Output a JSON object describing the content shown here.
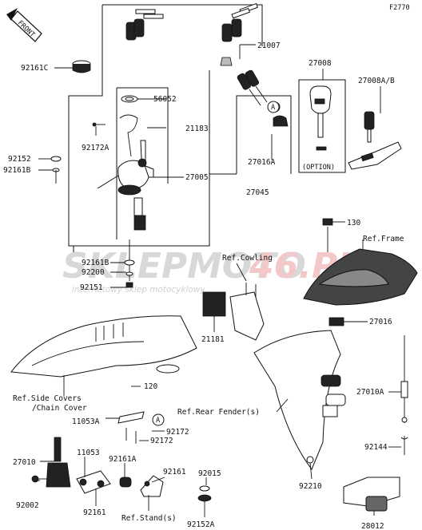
{
  "figure_code": "F2770",
  "front_label": "FRONT",
  "watermark": {
    "left": "SKLEPMOTO",
    "right": "46.PL",
    "tagline": "internetowy sklep motocyklowy"
  },
  "callouts": {
    "c1": "A",
    "c2": "A"
  },
  "labels": {
    "p92161c": "92161C",
    "p56052": "56052",
    "p21183": "21183",
    "p92172a": "92172A",
    "p92152": "92152",
    "p92161b_left": "92161B",
    "p27005": "27005",
    "p21007": "21007",
    "p27008": "27008",
    "p27008ab": "27008A/B",
    "option": "(OPTION)",
    "p27016a": "27016A",
    "p27045": "27045",
    "p130": "130",
    "ref_frame": "Ref.Frame",
    "ref_cowling": "Ref.Cowling",
    "p92161b_mid": "92161B",
    "p92200": "92200",
    "p92151": "92151",
    "p27016": "27016",
    "p21181": "21181",
    "ref_side_covers": "Ref.Side Covers",
    "chain_cover": "/Chain Cover",
    "p120": "120",
    "p11053a": "11053A",
    "p92172_a": "92172",
    "p92172_b": "92172",
    "ref_rear_fender": "Ref.Rear Fender(s)",
    "p27010a": "27010A",
    "p92144": "92144",
    "p27010": "27010",
    "p11053": "11053",
    "p92161a": "92161A",
    "p92161": "92161",
    "p92015": "92015",
    "p92002": "92002",
    "p92161_b": "92161",
    "ref_stand": "Ref.Stand(s)",
    "p92152a": "92152A",
    "p92210": "92210",
    "p28012": "28012"
  }
}
